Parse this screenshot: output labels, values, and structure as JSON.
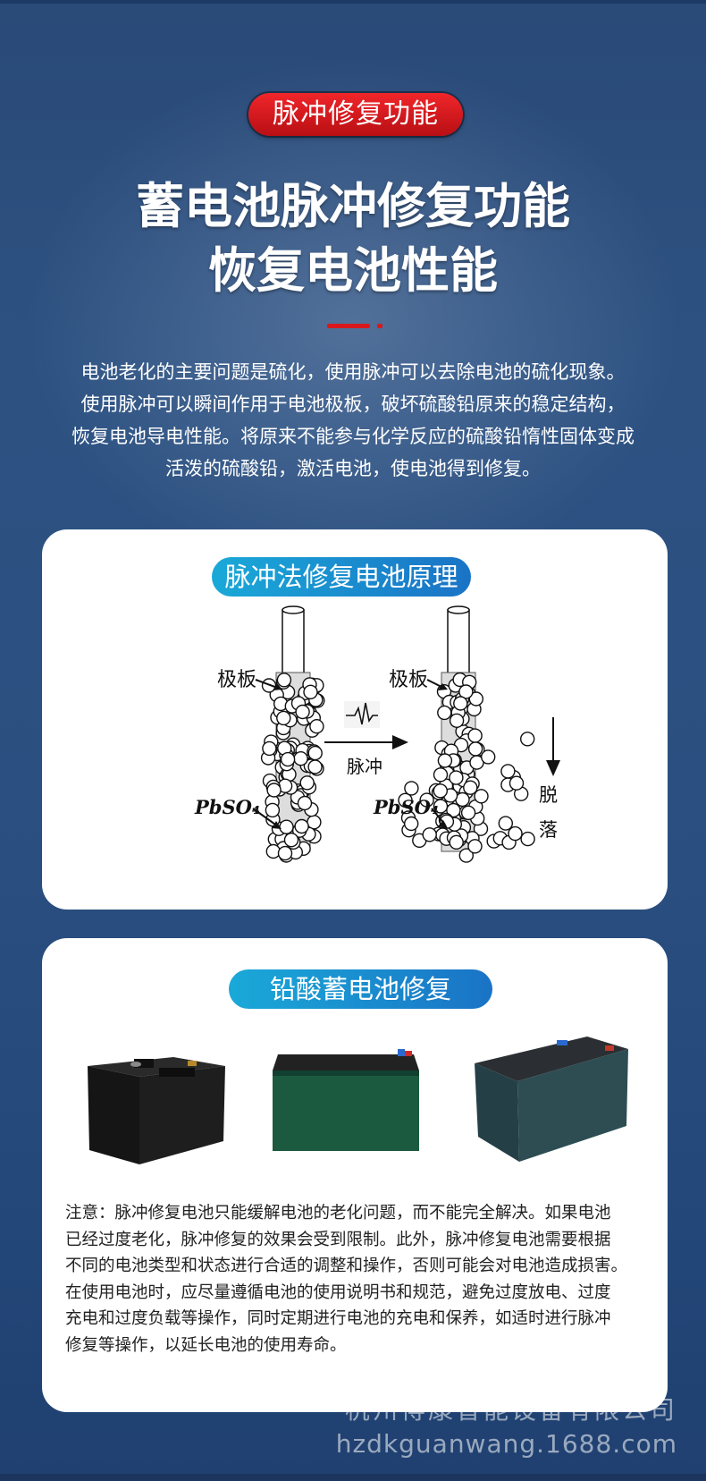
{
  "section_badge": "脉冲修复功能",
  "headline": {
    "line1": "蓄电池脉冲修复功能",
    "line2": "恢复电池性能"
  },
  "intro": {
    "line1": "电池老化的主要问题是硫化，使用脉冲可以去除电池的硫化现象。",
    "line2": "使用脉冲可以瞬间作用于电池极板，破坏硫酸铅原来的稳定结构，",
    "line3": "恢复电池导电性能。将原来不能参与化学反应的硫酸铅惰性固体变成",
    "line4": "活泼的硫酸铅，激活电池，使电池得到修复。"
  },
  "principle_card": {
    "title": "脉冲法修复电池原理",
    "diagram": {
      "plate_label_left": "极板",
      "plate_label_right": "极板",
      "pbso4_label_left": "PbSO₄",
      "pbso4_label_right": "PbSO₄",
      "pulse_label": "脉冲",
      "fall_label_1": "脱",
      "fall_label_2": "落"
    }
  },
  "battery_card": {
    "title": "铅酸蓄电池修复",
    "note": {
      "line1": "注意：脉冲修复电池只能缓解电池的老化问题，而不能完全解决。如果电池",
      "line2": "已经过度老化，脉冲修复的效果会受到限制。此外，脉冲修复电池需要根据",
      "line3": "不同的电池类型和状态进行合适的调整和操作，否则可能会对电池造成损害。",
      "line4": "在使用电池时，应尽量遵循电池的使用说明书和规范，避免过度放电、过度",
      "line5": "充电和过度负载等操作，同时定期进行电池的充电和保养，如适时进行脉冲",
      "line6": "修复等操作，以延长电池的使用寿命。"
    }
  },
  "watermark": {
    "company": "杭州得康智能设备有限公司",
    "url": "hzdkguanwang.1688.com"
  },
  "colors": {
    "background": "#2b4f80",
    "accent_red": "#d8181c",
    "badge_blue_start": "#1aa9d8",
    "badge_blue_end": "#1a73c6",
    "card_bg": "#ffffff"
  }
}
